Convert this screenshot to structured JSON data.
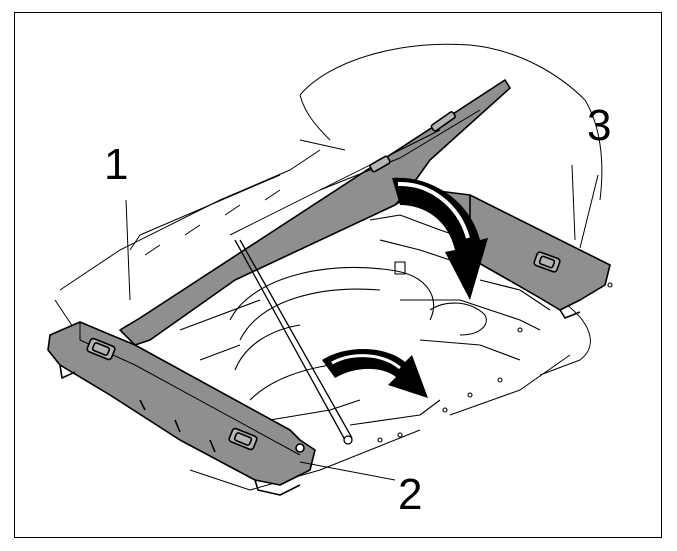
{
  "callouts": {
    "one": "1",
    "two": "2",
    "three": "3"
  },
  "icons": [
    "rotate-arrow-large-icon",
    "rotate-arrow-small-icon"
  ],
  "colors": {
    "panel_fill": "#8f8f8f",
    "line": "#000000",
    "background": "#ffffff"
  }
}
